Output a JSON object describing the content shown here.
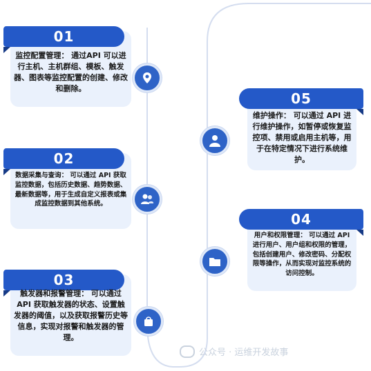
{
  "colors": {
    "accent": "#2459c8",
    "card": "#eaf1fc",
    "line": "#d4ddef"
  },
  "steps": [
    {
      "number": "01",
      "text": "监控配置管理： 通过API 可以进行主机、主机群组、模板、触发器、图表等监控配置的创建、修改和删除。",
      "icon": "location-pin-icon"
    },
    {
      "number": "02",
      "text": "数据采集与查询： 可以通过 API 获取监控数据，包括历史数据、趋势数据、最新数据等，用于生成自定义报表或集成监控数据到其他系统。",
      "icon": "users-icon"
    },
    {
      "number": "03",
      "text": "触发器和报警管理： 可以通过 API 获取触发器的状态、设置触发器的阈值，以及获取报警历史等信息，实现对报警和触发器的管理。",
      "icon": "bag-icon"
    },
    {
      "number": "04",
      "text": "用户和权限管理： 可以通过 API 进行用户、用户组和权限的管理，包括创建用户、修改密码、分配权限等操作，从而实现对监控系统的访问控制。",
      "icon": "folder-icon"
    },
    {
      "number": "05",
      "text": "维护操作： 可以通过 API 进行维护操作，如暂停或恢复监控项、禁用或启用主机等，用于在特定情况下进行系统维护。",
      "icon": "user-icon"
    }
  ],
  "watermark": "公众号 · 运维开发故事"
}
